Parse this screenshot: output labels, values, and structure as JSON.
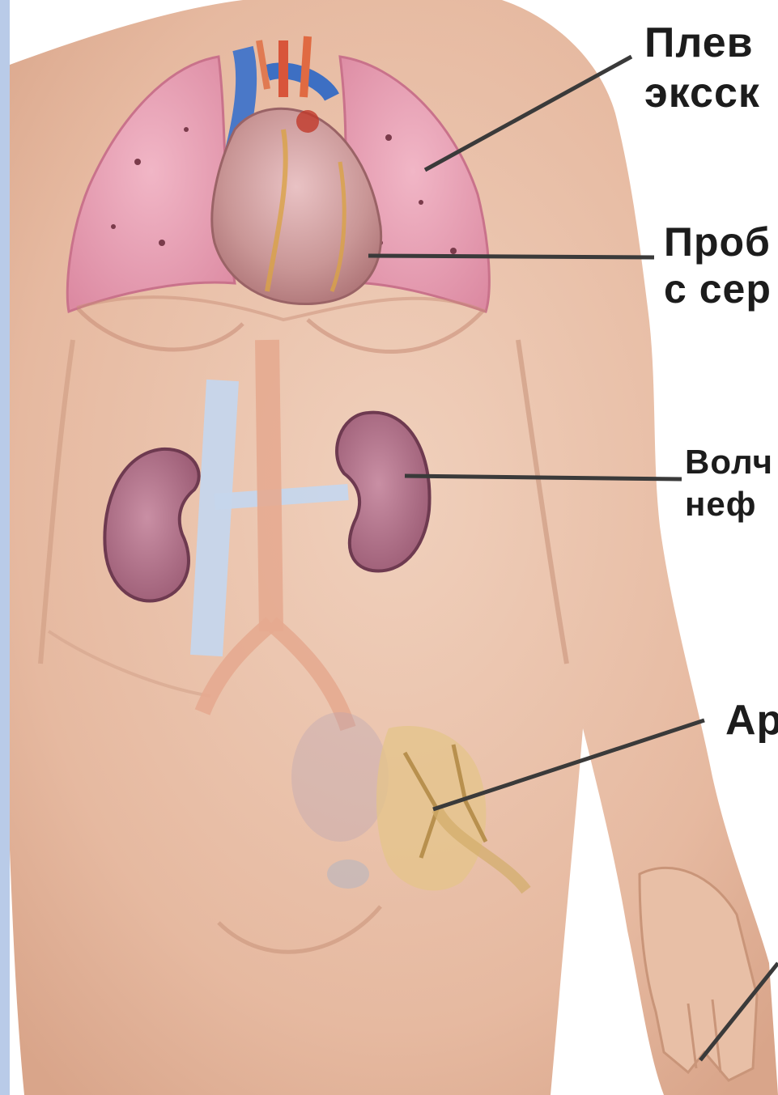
{
  "labels": {
    "pleura": {
      "line1": "Плев",
      "line2": "эксск"
    },
    "heart": {
      "line1": "Проб",
      "line2": "с сер"
    },
    "kidney": {
      "line1": "Волч",
      "line2": "неф"
    },
    "joint": {
      "line1": "Ар"
    }
  },
  "colors": {
    "frame": "#b9cbe8",
    "skin": "#e9c1aa",
    "lung": "#e79fb3",
    "heart": "#c98a8a",
    "kidney": "#b0728a",
    "vein": "#c6d6ec",
    "aorta": "#e2a08a",
    "bone": "#e4c48a",
    "leader": "#3a3a3a"
  },
  "icons": {
    "lungs": "lungs-icon",
    "heart": "heart-icon",
    "kidneys": "kidney-icon",
    "hip": "hip-joint-icon",
    "hand": "hand-icon"
  }
}
